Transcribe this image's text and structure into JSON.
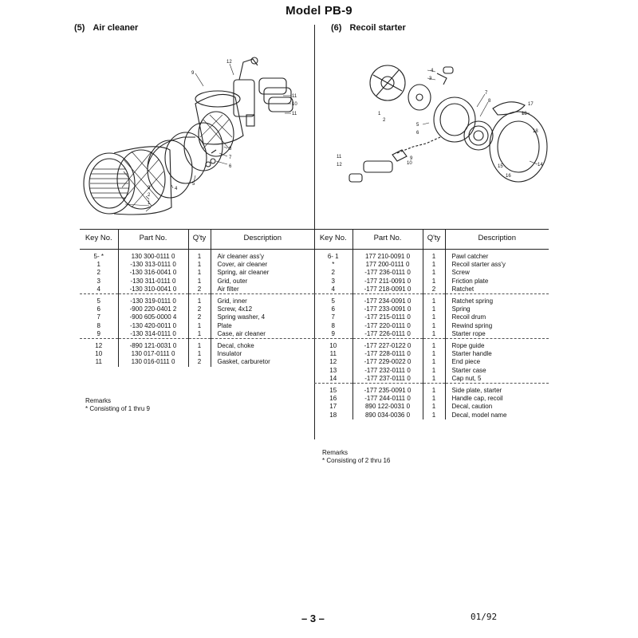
{
  "title": "Model PB-9",
  "left_section": {
    "num": "(5)",
    "name": "Air cleaner"
  },
  "right_section": {
    "num": "(6)",
    "name": "Recoil starter"
  },
  "table_headers": {
    "key": "Key No.",
    "part": "Part No.",
    "qty": "Q'ty",
    "desc": "Description"
  },
  "left_table": {
    "groups": [
      [
        {
          "key": "5- *",
          "part": "130 300-0111 0",
          "qty": "1",
          "desc": "Air cleaner ass'y"
        },
        {
          "key": "1",
          "part": "-130 313-0111 0",
          "qty": "1",
          "desc": "Cover, air cleaner"
        },
        {
          "key": "2",
          "part": "-130 316-0041 0",
          "qty": "1",
          "desc": "Spring, air cleaner"
        },
        {
          "key": "3",
          "part": "-130 311-0111 0",
          "qty": "1",
          "desc": "Grid, outer"
        },
        {
          "key": "4",
          "part": "-130 310-0041 0",
          "qty": "2",
          "desc": "Air filter"
        }
      ],
      [
        {
          "key": "5",
          "part": "-130 319-0111 0",
          "qty": "1",
          "desc": "Grid, inner"
        },
        {
          "key": "6",
          "part": "-900 220-0401 2",
          "qty": "2",
          "desc": "Screw,  4x12"
        },
        {
          "key": "7",
          "part": "-900 605-0000 4",
          "qty": "2",
          "desc": "Spring washer, 4"
        },
        {
          "key": "8",
          "part": "-130 420-0011 0",
          "qty": "1",
          "desc": "Plate"
        },
        {
          "key": "9",
          "part": "-130 314-0111 0",
          "qty": "1",
          "desc": "Case, air cleaner"
        }
      ],
      [
        {
          "key": "12",
          "part": "-890 121-0031 0",
          "qty": "1",
          "desc": "Decal, choke"
        },
        {
          "key": "10",
          "part": "130 017-0111 0",
          "qty": "1",
          "desc": "Insulator"
        },
        {
          "key": "11",
          "part": "130 016-0111 0",
          "qty": "2",
          "desc": "Gasket, carburetor"
        }
      ]
    ]
  },
  "right_table": {
    "groups": [
      [
        {
          "key": "6-  1",
          "part": "177 210-0091 0",
          "qty": "1",
          "desc": "Pawl catcher"
        },
        {
          "key": "*",
          "part": "177 200-0111 0",
          "qty": "1",
          "desc": "Recoil starter ass'y"
        },
        {
          "key": "2",
          "part": "-177 236-0111 0",
          "qty": "1",
          "desc": "Screw"
        },
        {
          "key": "3",
          "part": "-177 211-0091 0",
          "qty": "1",
          "desc": "Friction plate"
        },
        {
          "key": "4",
          "part": "-177 218-0091 0",
          "qty": "2",
          "desc": "Ratchet"
        }
      ],
      [
        {
          "key": "5",
          "part": "-177 234-0091 0",
          "qty": "1",
          "desc": "Ratchet spring"
        },
        {
          "key": "6",
          "part": "-177 233-0091 0",
          "qty": "1",
          "desc": "Spring"
        },
        {
          "key": "7",
          "part": "-177 215-0111 0",
          "qty": "1",
          "desc": "Recoil drum"
        },
        {
          "key": "8",
          "part": "-177 220-0111 0",
          "qty": "1",
          "desc": "Rewind spring"
        },
        {
          "key": "9",
          "part": "-177 226-0111 0",
          "qty": "1",
          "desc": "Starter rope"
        }
      ],
      [
        {
          "key": "10",
          "part": "-177 227-0122 0",
          "qty": "1",
          "desc": "Rope guide"
        },
        {
          "key": "11",
          "part": "-177 228-0111 0",
          "qty": "1",
          "desc": "Starter handle"
        },
        {
          "key": "12",
          "part": "-177 229-0022 0",
          "qty": "1",
          "desc": "End piece"
        },
        {
          "key": "13",
          "part": "-177 232-0111 0",
          "qty": "1",
          "desc": "Starter case"
        },
        {
          "key": "14",
          "part": "-177 237-0111 0",
          "qty": "1",
          "desc": "Cap nut,  5"
        }
      ],
      [
        {
          "key": "15",
          "part": "-177 235-0091 0",
          "qty": "1",
          "desc": "Side plate, starter"
        },
        {
          "key": "16",
          "part": "-177 244-0111 0",
          "qty": "1",
          "desc": "Handle cap, recoil"
        },
        {
          "key": "17",
          "part": "890 122-0031 0",
          "qty": "1",
          "desc": "Decal, caution"
        },
        {
          "key": "18",
          "part": "890 034-0036 0",
          "qty": "1",
          "desc": "Decal, model name"
        }
      ]
    ]
  },
  "left_remarks": {
    "label": "Remarks",
    "text": "* Consisting of 1 thru 9"
  },
  "right_remarks": {
    "label": "Remarks",
    "text": "* Consisting of 2 thru 16"
  },
  "left_callouts": [
    "1",
    "2",
    "3",
    "4",
    "5",
    "6",
    "7",
    "8",
    "9",
    "10",
    "11",
    "11",
    "12"
  ],
  "right_callouts": [
    "1",
    "2",
    "3",
    "4",
    "5",
    "6",
    "7",
    "8",
    "9",
    "10",
    "11",
    "12",
    "13",
    "14",
    "15",
    "16",
    "17",
    "18"
  ],
  "page_number": "– 3 –",
  "date": "01/92"
}
